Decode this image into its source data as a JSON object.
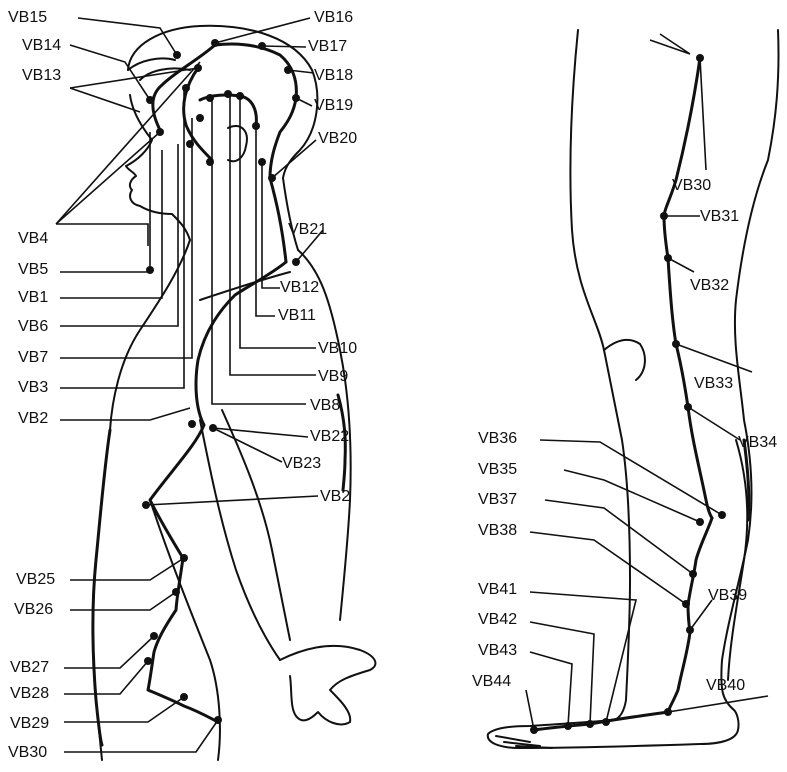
{
  "labels": {
    "VB15": "VB15",
    "VB16": "VB16",
    "VB14": "VB14",
    "VB17": "VB17",
    "VB13": "VB13",
    "VB18": "VB18",
    "VB19": "VB19",
    "VB20": "VB20",
    "VB4": "VB4",
    "VB21": "VB21",
    "VB5": "VB5",
    "VB12": "VB12",
    "VB1": "VB1",
    "VB11": "VB11",
    "VB6": "VB6",
    "VB10": "VB10",
    "VB7": "VB7",
    "VB9": "VB9",
    "VB3": "VB3",
    "VB8": "VB8",
    "VB2": "VB2",
    "VB22": "VB22",
    "VB23": "VB23",
    "VB24": "VB2",
    "VB25": "VB25",
    "VB26": "VB26",
    "VB27": "VB27",
    "VB28": "VB28",
    "VB29": "VB29",
    "VB30_torso": "VB30",
    "VB30_leg": "VB30",
    "VB31": "VB31",
    "VB32": "VB32",
    "VB33": "VB33",
    "VB34": "VB34",
    "VB36": "VB36",
    "VB35": "VB35",
    "VB37": "VB37",
    "VB38": "VB38",
    "VB39": "VB39",
    "VB41": "VB41",
    "VB42": "VB42",
    "VB43": "VB43",
    "VB40": "VB40",
    "VB44": "VB44"
  }
}
